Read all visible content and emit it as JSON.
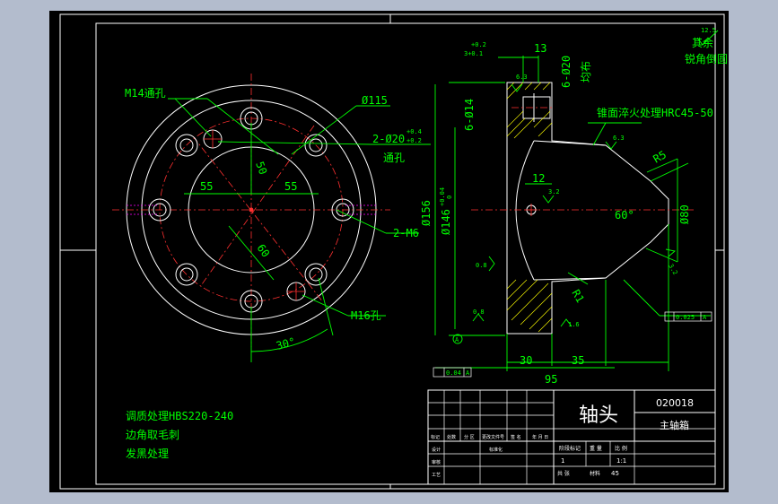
{
  "front_view": {
    "callout_m14": "M14通孔",
    "dim_d115": "Ø115",
    "dim_2d20": "2-Ø20",
    "tol_2d20_upper": "+0.4",
    "tol_2d20_lower": "+0.2",
    "label_through": "通孔",
    "dim_50": "50",
    "dim_55_left": "55",
    "dim_55_right": "55",
    "dim_60": "60",
    "dim_30deg": "30°",
    "callout_2m6": "2-M6",
    "callout_m16": "M16孔"
  },
  "section_view": {
    "dim_3_upper": "+0.2",
    "dim_3_lower": "3+0.1",
    "dim_13": "13",
    "dim_6d20": "6-Ø20",
    "label_evenly": "均布",
    "dim_6d14": "6-Ø14",
    "note_quench": "锥面淬火处理HRC45-50",
    "rough_a": "6.3",
    "rough_b": "6.3",
    "rough_c": "3.2",
    "rough_d": "0.8",
    "rough_e": "0.8",
    "rough_f": "1.6",
    "dim_12": "12",
    "dim_d156": "Ø156",
    "dim_d146": "Ø146",
    "tol_d146_upper": "+0.04",
    "tol_d146_lower": "0",
    "dim_60deg": "60°",
    "dim_d80": "Ø80",
    "dim_r5": "R5",
    "dim_r1": "R1",
    "dim_3_2": "3.2",
    "dim_30": "30",
    "dim_35": "35",
    "dim_95": "95",
    "tol_flatness": "0.04",
    "tol_runout": "0.025",
    "datum": "A",
    "datum_circle": "A"
  },
  "corner_note": {
    "line1": "其余",
    "line2": "锐角倒圆",
    "rough": "12.5"
  },
  "tech_notes": [
    "调质处理HBS220-240",
    "边角取毛刺",
    "发黑处理"
  ],
  "title_block": {
    "part_name": "轴头",
    "drawing_no": "020018",
    "assembly": "主轴箱",
    "header_labels": [
      "标记",
      "处数",
      "分 区",
      "更改文件号",
      "签 名",
      "年 月 日"
    ],
    "row_labels": [
      "设计",
      "审核",
      "工艺"
    ],
    "std_label": "标准化",
    "stage_label": "阶段标记",
    "weight_label": "重 量",
    "scale_label": "比 例",
    "stage_value": "1",
    "scale_value": "1:1",
    "sheet_label": "共 张",
    "material_label": "材料",
    "material_value": "45"
  }
}
